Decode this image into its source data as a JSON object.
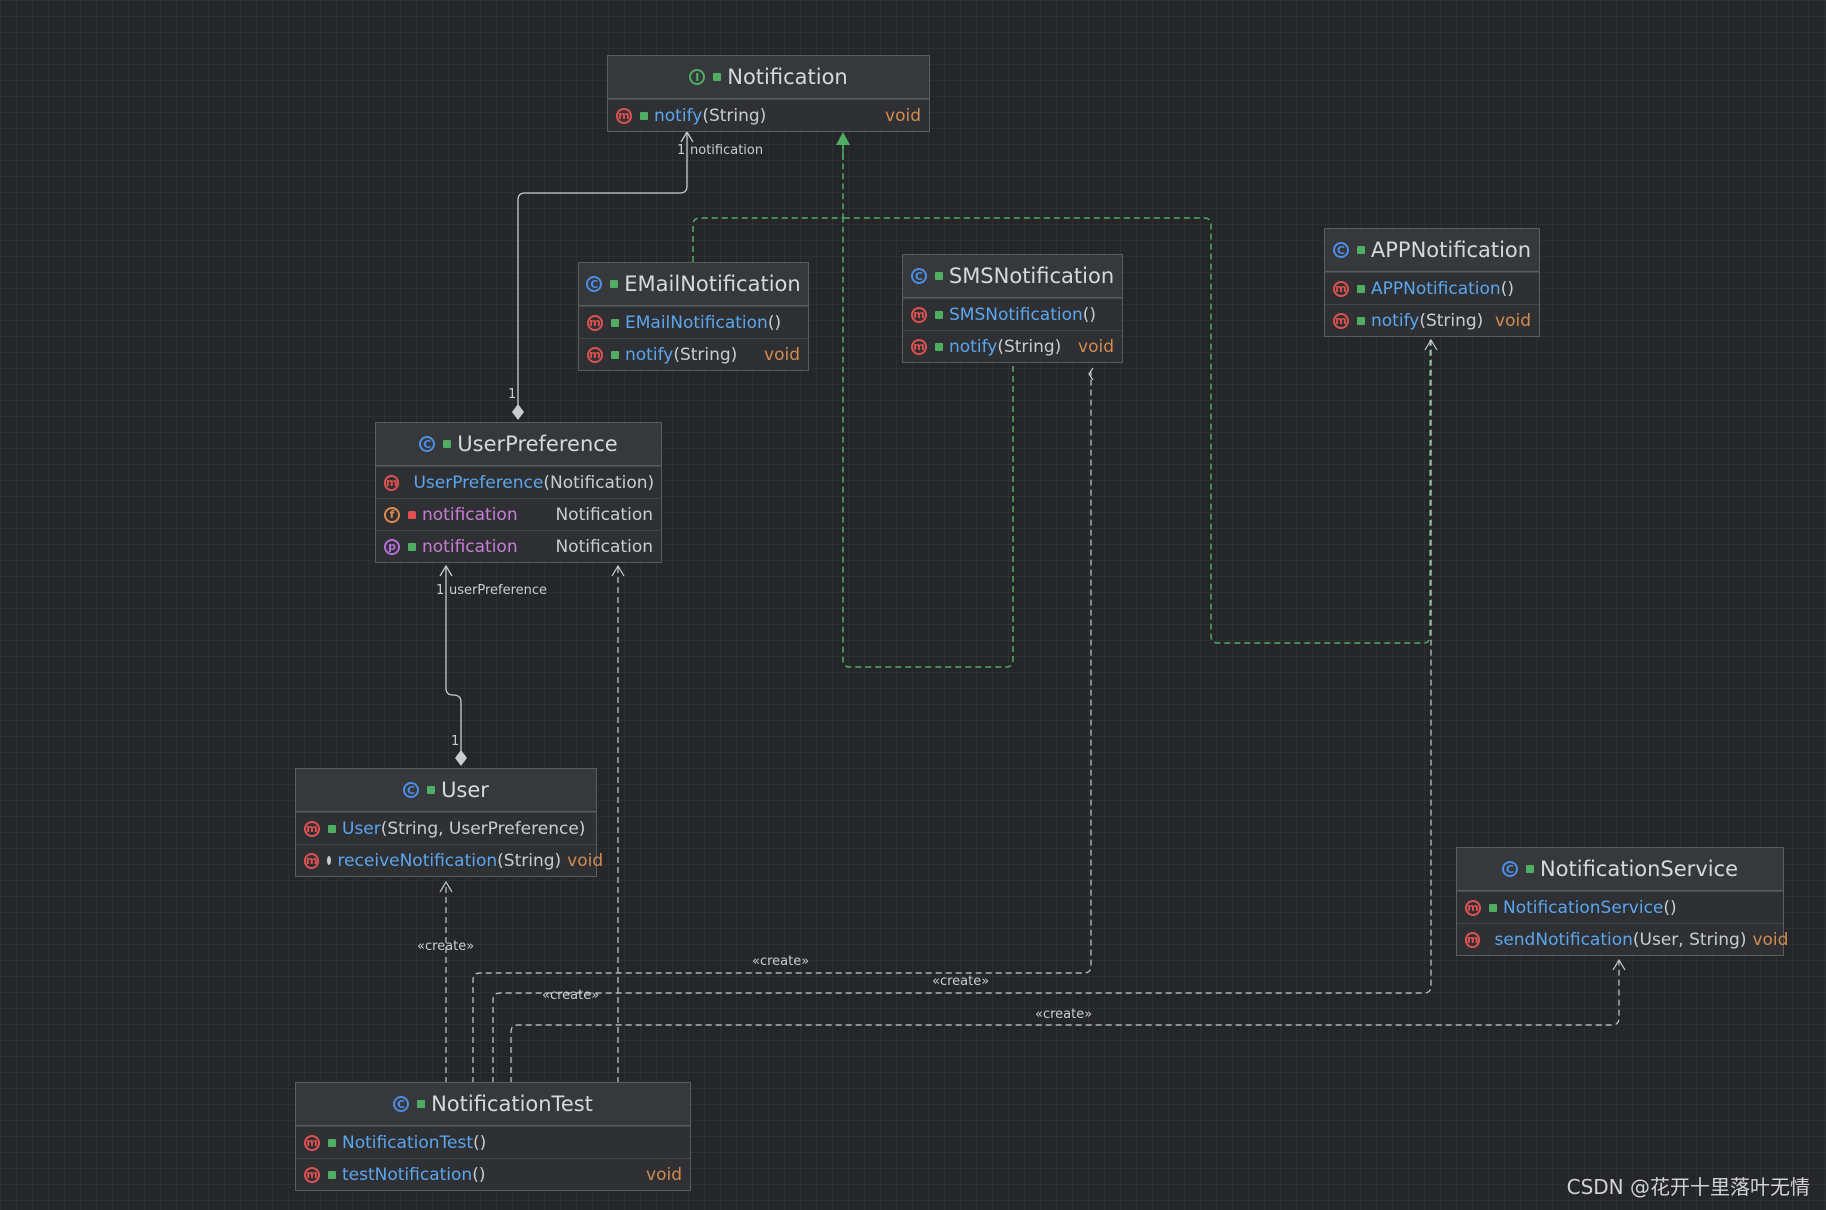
{
  "classes": {
    "notification": {
      "name": "Notification",
      "kind_icon": "interface-icon",
      "members": [
        {
          "kind": "method",
          "name": "notify",
          "sig": "(String)",
          "type": "void"
        }
      ]
    },
    "emailnotification": {
      "name": "EMailNotification",
      "kind_icon": "class-icon",
      "members": [
        {
          "kind": "method",
          "name": "EMailNotification",
          "sig": "()",
          "type": ""
        },
        {
          "kind": "method",
          "name": "notify",
          "sig": "(String)",
          "type": "void"
        }
      ]
    },
    "smsnotification": {
      "name": "SMSNotification",
      "kind_icon": "class-icon",
      "members": [
        {
          "kind": "method",
          "name": "SMSNotification",
          "sig": "()",
          "type": ""
        },
        {
          "kind": "method",
          "name": "notify",
          "sig": "(String)",
          "type": "void"
        }
      ]
    },
    "appnotification": {
      "name": "APPNotification",
      "kind_icon": "class-icon",
      "members": [
        {
          "kind": "method",
          "name": "APPNotification",
          "sig": "()",
          "type": ""
        },
        {
          "kind": "method",
          "name": "notify",
          "sig": "(String)",
          "type": "void"
        }
      ]
    },
    "userpreference": {
      "name": "UserPreference",
      "kind_icon": "class-icon",
      "members": [
        {
          "kind": "method",
          "name": "UserPreference",
          "sig": "(Notification)",
          "type": ""
        },
        {
          "kind": "field",
          "name": "notification",
          "sig": "",
          "type": "Notification"
        },
        {
          "kind": "property",
          "name": "notification",
          "sig": "",
          "type": "Notification"
        }
      ]
    },
    "user": {
      "name": "User",
      "kind_icon": "class-icon",
      "members": [
        {
          "kind": "method",
          "name": "User",
          "sig": "(String, UserPreference)",
          "type": ""
        },
        {
          "kind": "method",
          "name": "receiveNotification",
          "sig": "(String)",
          "type": "void"
        }
      ]
    },
    "notificationservice": {
      "name": "NotificationService",
      "kind_icon": "class-icon",
      "members": [
        {
          "kind": "method",
          "name": "NotificationService",
          "sig": "()",
          "type": ""
        },
        {
          "kind": "method",
          "name": "sendNotification",
          "sig": "(User, String)",
          "type": "void"
        }
      ]
    },
    "notificationtest": {
      "name": "NotificationTest",
      "kind_icon": "class-icon",
      "members": [
        {
          "kind": "method",
          "name": "NotificationTest",
          "sig": "()",
          "type": ""
        },
        {
          "kind": "method",
          "name": "testNotification",
          "sig": "()",
          "type": "void"
        }
      ]
    }
  },
  "labels": {
    "notif_mult": "1",
    "notif_role": "notification",
    "up_mult_top": "1",
    "up_mult": "1",
    "up_role": "userPreference",
    "user_mult": "1",
    "create1": "«create»",
    "create2": "«create»",
    "create3": "«create»",
    "create4": "«create»",
    "create5": "«create»"
  },
  "watermark": "CSDN @花开十里落叶无情",
  "colors": {
    "realization": "#4fae64",
    "dependency": "#c9ccd1",
    "association": "#c9ccd1"
  }
}
